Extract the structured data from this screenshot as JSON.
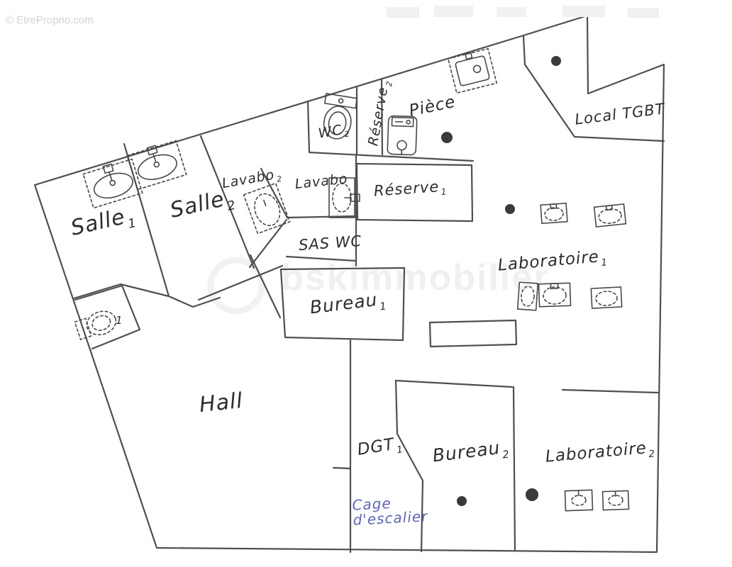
{
  "watermarks": {
    "top_left": "© EtreProprio.com",
    "center": "bskimmobilier"
  },
  "rooms": {
    "salle1": {
      "name": "Salle",
      "num": "1"
    },
    "salle2": {
      "name": "Salle",
      "num": "2"
    },
    "lavabo2": {
      "name": "Lavabo",
      "num": "2"
    },
    "lavabo1": {
      "name": "Lavabo",
      "num": ""
    },
    "wc2": {
      "name": "WC",
      "num": "2"
    },
    "wc1": {
      "name": "",
      "num": "1"
    },
    "reserve2": {
      "name": "Réserve",
      "num": "2"
    },
    "piece": {
      "name": "Pièce",
      "num": ""
    },
    "local_tgbt": {
      "name": "Local TGBT",
      "num": ""
    },
    "reserve1": {
      "name": "Réserve",
      "num": "1"
    },
    "sas_wc": {
      "name": "SAS WC",
      "num": ""
    },
    "bureau1": {
      "name": "Bureau",
      "num": "1"
    },
    "laboratoire1": {
      "name": "Laboratoire",
      "num": "1"
    },
    "hall": {
      "name": "Hall",
      "num": ""
    },
    "dgt1": {
      "name": "DGT",
      "num": "1"
    },
    "bureau2": {
      "name": "Bureau",
      "num": "2"
    },
    "laboratoire2": {
      "name": "Laboratoire",
      "num": "2"
    },
    "cage": {
      "line1": "Cage",
      "line2": "d'escalier"
    }
  },
  "icons": {
    "sink": "sink-icon",
    "toilet": "toilet-icon",
    "water_heater": "water-heater-icon",
    "column": "column-dot",
    "counter": "counter-bench"
  },
  "colors": {
    "wall": "#4f4f4f",
    "ink": "#2d2d2d",
    "blue_ink": "#5f66b5",
    "watermark": "#d4d4d4"
  }
}
